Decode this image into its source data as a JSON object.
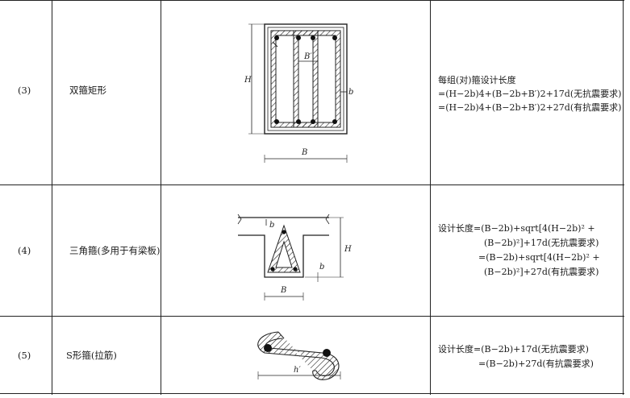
{
  "rows": [
    {
      "index": "(3)",
      "name": "双箍矩形",
      "formula_lines": [
        "每组(对)箍设计长度",
        "=(H−2b)4+(B−2b+B′)2+17d(无抗震要求)",
        "=(H−2b)4+(B−2b+B′)2+27d(有抗震要求)"
      ],
      "labels": {
        "H": "H",
        "B": "B",
        "Bp": "B′",
        "b": "b"
      }
    },
    {
      "index": "(4)",
      "name": "三角箍(多用于有梁板)",
      "formula_lines": [
        "设计长度=(B−2b)+sqrt[4(H−2b)² +",
        "(B−2b)²]+17d(无抗震要求)",
        "=(B−2b)+sqrt[4(H−2b)² +",
        "(B−2b)²]+27d(有抗震要求)"
      ],
      "labels": {
        "H": "H",
        "B": "B",
        "b1": "b",
        "b2": "b"
      }
    },
    {
      "index": "(5)",
      "name": "S形箍(拉筋)",
      "formula_lines": [
        "设计长度=(B−2b)+17d(无抗震要求)",
        "=(B−2b)+27d(有抗震要求)"
      ],
      "labels": {
        "hp": "h′"
      }
    }
  ]
}
